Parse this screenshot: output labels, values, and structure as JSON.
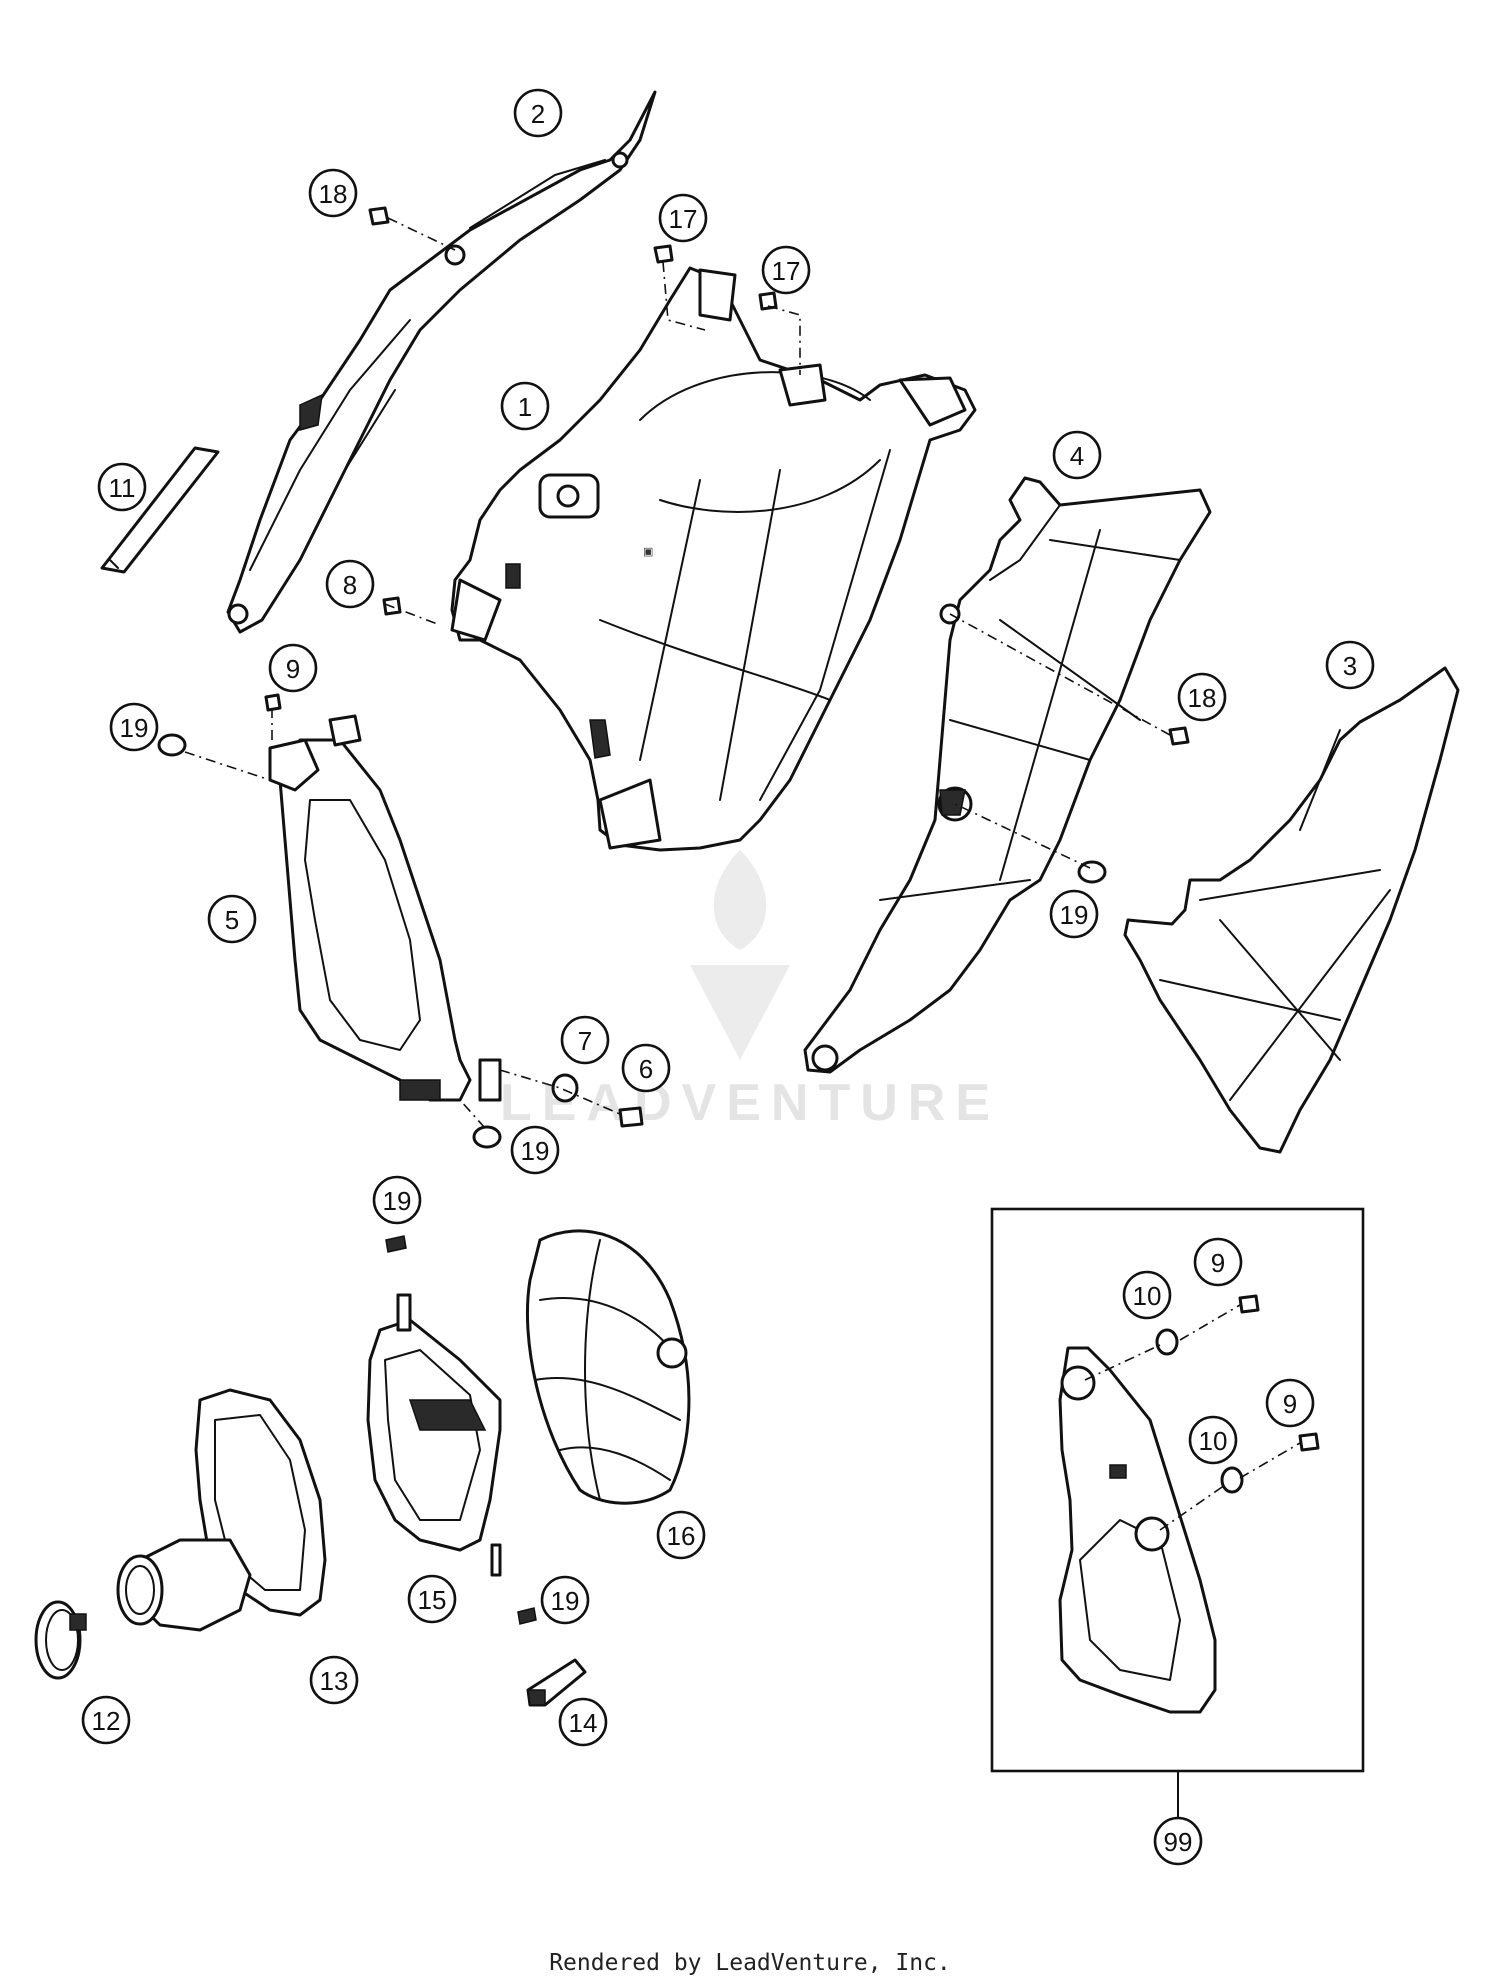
{
  "diagram": {
    "callouts": [
      {
        "id": "c-1",
        "label": "1"
      },
      {
        "id": "c-2",
        "label": "2"
      },
      {
        "id": "c-3",
        "label": "3"
      },
      {
        "id": "c-4",
        "label": "4"
      },
      {
        "id": "c-5",
        "label": "5"
      },
      {
        "id": "c-6",
        "label": "6"
      },
      {
        "id": "c-7",
        "label": "7"
      },
      {
        "id": "c-8",
        "label": "8"
      },
      {
        "id": "c-9a",
        "label": "9"
      },
      {
        "id": "c-9b",
        "label": "9"
      },
      {
        "id": "c-9c",
        "label": "9"
      },
      {
        "id": "c-10a",
        "label": "10"
      },
      {
        "id": "c-10b",
        "label": "10"
      },
      {
        "id": "c-11",
        "label": "11"
      },
      {
        "id": "c-12",
        "label": "12"
      },
      {
        "id": "c-13",
        "label": "13"
      },
      {
        "id": "c-14",
        "label": "14"
      },
      {
        "id": "c-15",
        "label": "15"
      },
      {
        "id": "c-16",
        "label": "16"
      },
      {
        "id": "c-17a",
        "label": "17"
      },
      {
        "id": "c-17b",
        "label": "17"
      },
      {
        "id": "c-18a",
        "label": "18"
      },
      {
        "id": "c-18b",
        "label": "18"
      },
      {
        "id": "c-19a",
        "label": "19"
      },
      {
        "id": "c-19b",
        "label": "19"
      },
      {
        "id": "c-19c",
        "label": "19"
      },
      {
        "id": "c-19d",
        "label": "19"
      },
      {
        "id": "c-19e",
        "label": "19"
      },
      {
        "id": "c-99",
        "label": "99"
      }
    ]
  },
  "watermark": {
    "text": "LEADVENTURE"
  },
  "footer": {
    "text": "Rendered by LeadVenture, Inc."
  }
}
